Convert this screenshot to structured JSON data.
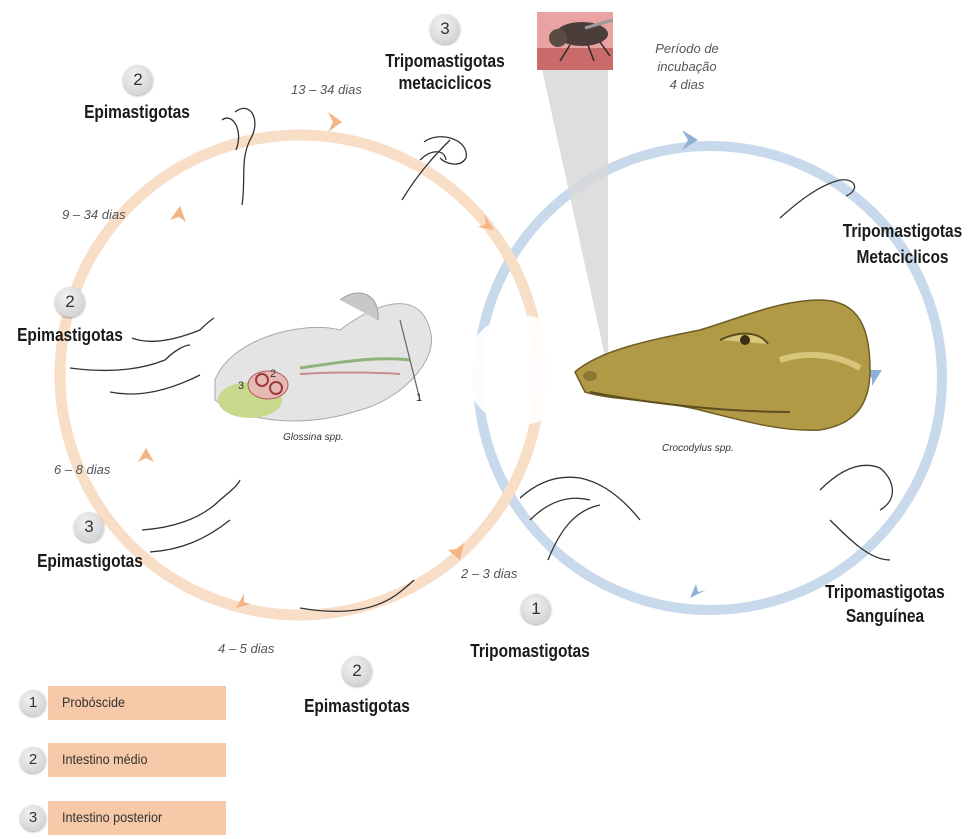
{
  "stages": {
    "trip_metaciclicos_top": "Tripomastigotas\nmetaciclicos",
    "epimastigotas_top_left": "Epimastigotas",
    "epimastigotas_mid_left": "Epimastigotas",
    "epimastigotas_lower_left": "Epimastigotas",
    "epimastigotas_bottom": "Epimastigotas",
    "tripomastigotas_bottom": "Tripomastigotas",
    "trip_metaciclicos_right": "Tripomastigotas\nMetaciclicos",
    "trip_sanguinea": "Tripomastigotas\nSanguínea"
  },
  "numbers": {
    "n_trip_top": "3",
    "n_epi_top_left": "2",
    "n_epi_mid_left": "2",
    "n_epi_lower_left": "3",
    "n_epi_bottom": "2",
    "n_trip_bottom": "1"
  },
  "durations": {
    "d1": "13 – 34 dias",
    "d2": "9 – 34 dias",
    "d3": "6 – 8 dias",
    "d4": "4 – 5 dias",
    "d5": "2 – 3 dias"
  },
  "incubation": "Período de\nincubação\n4 dias",
  "captions": {
    "vector": "Glossina spp.",
    "host": "Crocodylus spp."
  },
  "anatomy_numbers": {
    "a1": "1",
    "a2": "2",
    "a3": "3"
  },
  "legend": [
    {
      "num": "1",
      "label": "Probóscide"
    },
    {
      "num": "2",
      "label": "Intestino médio"
    },
    {
      "num": "3",
      "label": "Intestino posterior"
    }
  ],
  "colors": {
    "vector_cycle": "#f8ddc7",
    "vector_arrow": "#f4b584",
    "host_cycle": "#c9d9ec",
    "host_arrow": "#8fb1d9",
    "legend_bar": "#f6c9a8"
  },
  "icons": [
    "tsetse-fly-photo",
    "crocodile-head",
    "fly-anatomy-sketch",
    "trypanosome-parasite"
  ]
}
